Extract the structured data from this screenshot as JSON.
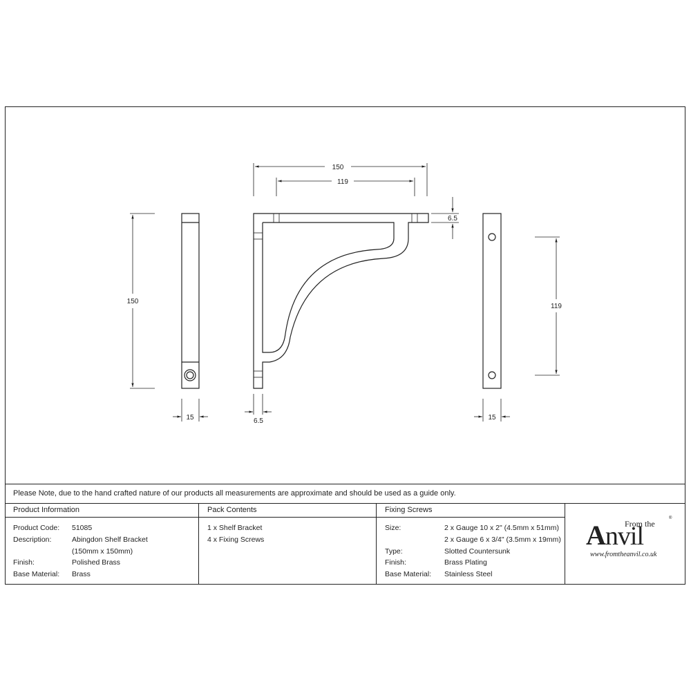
{
  "drawing": {
    "dimensions": {
      "top_overall_width": "150",
      "top_hole_spacing": "119",
      "top_thickness": "6.5",
      "left_height": "150",
      "left_view_width": "15",
      "side_thickness": "6.5",
      "right_hole_spacing": "119",
      "right_view_width": "15"
    }
  },
  "note": "Please Note, due to the hand crafted nature of our products all measurements are approximate and should be used as a guide only.",
  "product_information": {
    "header": "Product Information",
    "rows": [
      {
        "label": "Product Code:",
        "value": "51085"
      },
      {
        "label": "Description:",
        "value": "Abingdon Shelf Bracket"
      },
      {
        "label": "",
        "value": "(150mm x 150mm)"
      },
      {
        "label": "Finish:",
        "value": "Polished Brass"
      },
      {
        "label": "Base Material:",
        "value": "Brass"
      }
    ]
  },
  "pack_contents": {
    "header": "Pack Contents",
    "items": [
      "1 x Shelf Bracket",
      "4 x Fixing Screws"
    ]
  },
  "fixing_screws": {
    "header": "Fixing Screws",
    "rows": [
      {
        "label": "Size:",
        "value": "2 x Gauge 10 x 2\" (4.5mm x 51mm)"
      },
      {
        "label": "",
        "value": "2 x Gauge 6 x 3/4\" (3.5mm x 19mm)"
      },
      {
        "label": "Type:",
        "value": "Slotted Countersunk"
      },
      {
        "label": "Finish:",
        "value": "Brass Plating"
      },
      {
        "label": "Base Material:",
        "value": "Stainless Steel"
      }
    ]
  },
  "logo": {
    "from_the": "From the",
    "anvil_first": "A",
    "anvil_rest": "nvil",
    "registered": "®",
    "url": "www.fromtheanvil.co.uk"
  }
}
